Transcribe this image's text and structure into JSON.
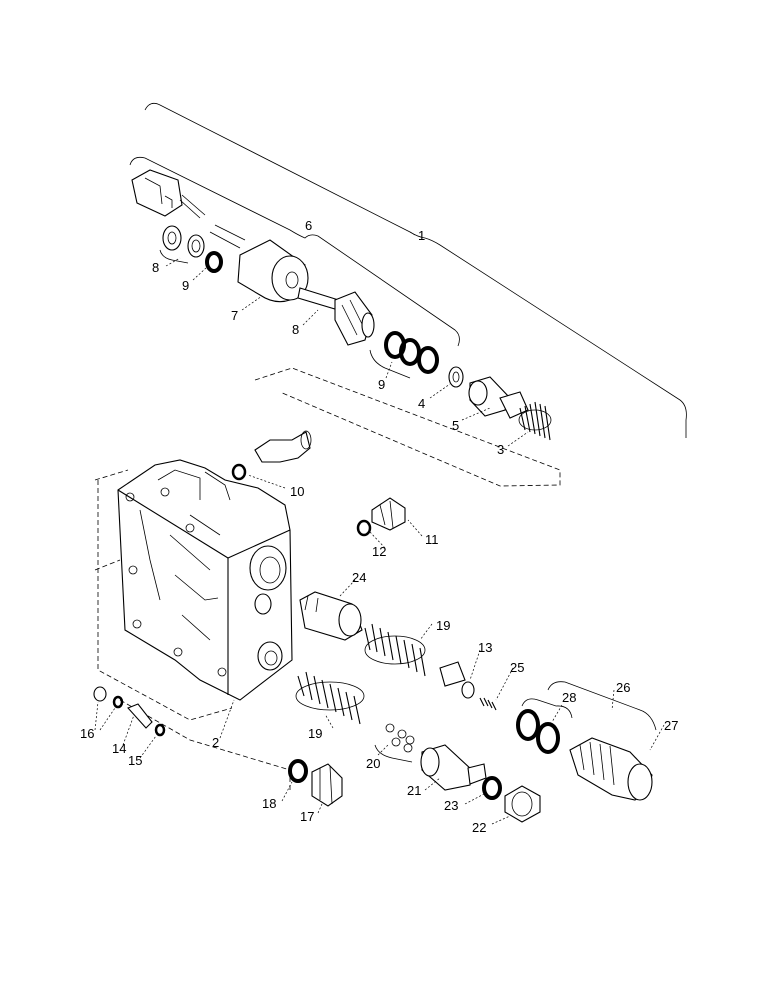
{
  "labels": {
    "l1": "1",
    "l2": "2",
    "l3": "3",
    "l4": "4",
    "l5": "5",
    "l6": "6",
    "l7": "7",
    "l8a": "8",
    "l8b": "8",
    "l9a": "9",
    "l9b": "9",
    "l10": "10",
    "l11": "11",
    "l12": "12",
    "l13": "13",
    "l14": "14",
    "l15": "15",
    "l16": "16",
    "l17": "17",
    "l18": "18",
    "l19a": "19",
    "l19b": "19",
    "l20": "20",
    "l21": "21",
    "l22": "22",
    "l23": "23",
    "l24": "24",
    "l25": "25",
    "l26": "26",
    "l27": "27",
    "l28": "28"
  }
}
